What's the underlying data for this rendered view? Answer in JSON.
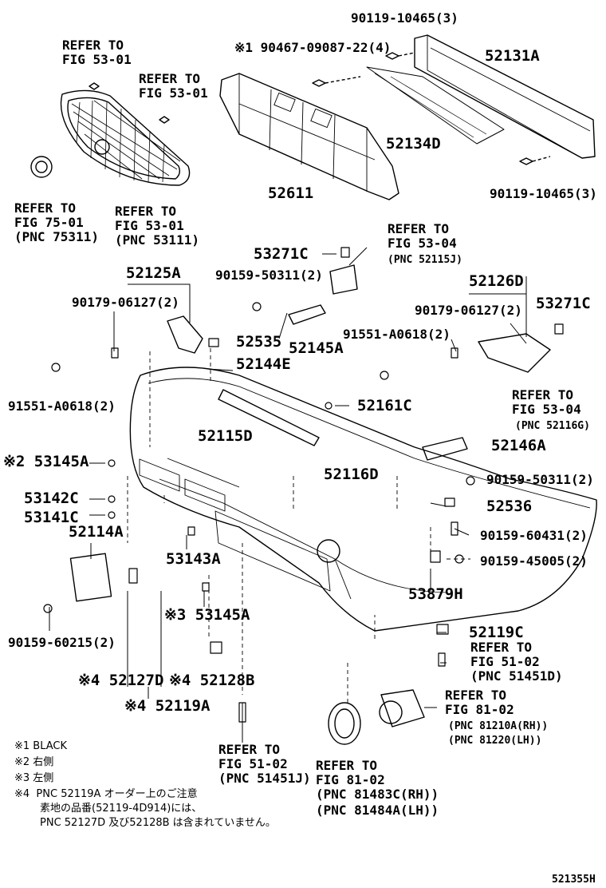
{
  "labels": {
    "p90119a": "90119-10465(3)",
    "p90467": "※1 90467-09087-22(4)",
    "p52131a": "52131A",
    "ref5301a": "REFER TO",
    "ref5301a2": "FIG 53-01",
    "ref5301b": "REFER TO",
    "ref5301b2": "FIG 53-01",
    "p52134d": "52134D",
    "p52611": "52611",
    "p90119b": "90119-10465(3)",
    "ref7501": "REFER TO",
    "ref7501b": "FIG 75-01",
    "ref7501c": "(PNC 75311)",
    "ref5301c": "REFER TO",
    "ref5301c2": "FIG 53-01",
    "ref5301c3": "(PNC 53111)",
    "p53271c_a": "53271C",
    "ref5304a": "REFER TO",
    "ref5304a2": "FIG 53-04",
    "ref5304a3": "(PNC 52115J)",
    "p52125a": "52125A",
    "p52126d": "52126D",
    "p90159a": "90159-50311(2)",
    "p90179a": "90179-06127(2)",
    "p90179b": "90179-06127(2)",
    "p53271c_b": "53271C",
    "p91551b": "91551-A0618(2)",
    "p52535": "52535",
    "p52145a": "52145A",
    "p52144e": "52144E",
    "ref5304b": "REFER TO",
    "ref5304b2": "FIG 53-04",
    "ref5304b3": "(PNC 52116G)",
    "p91551a": "91551-A0618(2)",
    "p52161c": "52161C",
    "p52115d": "52115D",
    "p53145a_a": "※2 53145A",
    "p52146a": "52146A",
    "p52116d": "52116D",
    "p90159b": "90159-50311(2)",
    "p53142c": "53142C",
    "p52536": "52536",
    "p53141c": "53141C",
    "p90159c": "90159-60431(2)",
    "p52114a": "52114A",
    "p90159d": "90159-45005(2)",
    "p53143a": "53143A",
    "p53879h": "53879H",
    "p53145a_b": "※3 53145A",
    "p90159e": "90159-60215(2)",
    "p52119c": "52119C",
    "ref5102a": "REFER TO",
    "ref5102a2": "FIG 51-02",
    "ref5102a3": "(PNC 51451D)",
    "p52127d": "※4 52127D",
    "p52128b": "※4 52128B",
    "p52119a": "※4 52119A",
    "ref8102a": "REFER TO",
    "ref8102a2": "FIG 81-02",
    "ref8102a3": "(PNC 81210A(RH))",
    "ref8102a4": "(PNC 81220(LH))",
    "ref5102b": "REFER TO",
    "ref5102b2": "FIG 51-02",
    "ref5102b3": "(PNC 51451J)",
    "ref8102b": "REFER TO",
    "ref8102b2": "FIG 81-02",
    "ref8102b3": "(PNC 81483C(RH))",
    "ref8102b4": "(PNC 81484A(LH))"
  },
  "notes": {
    "n1": "※1 BLACK",
    "n2": "※2 右側",
    "n3": "※3 左側",
    "n4": "※4  PNC 52119A オーダー上のご注意",
    "n4b": "素地の品番(52119-4D914)には、",
    "n4c": "PNC 52127D 及び52128B は含まれていません。"
  },
  "figure_id": "521355H"
}
